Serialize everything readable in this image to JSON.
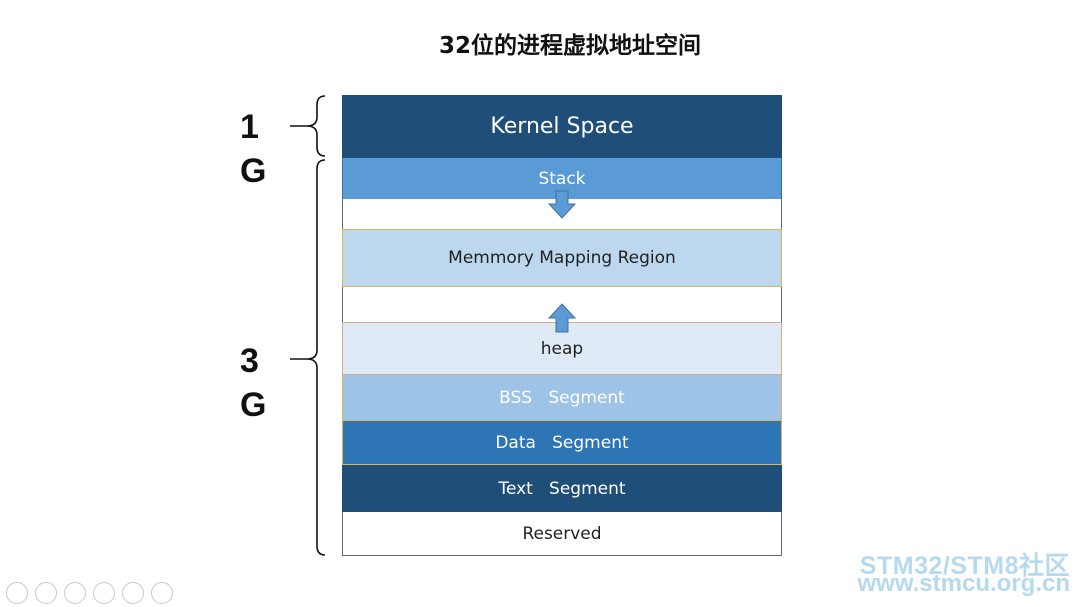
{
  "title": "32位的进程虚拟地址空间",
  "size_labels": {
    "one_g": [
      "1",
      "G"
    ],
    "three_g": [
      "3",
      "G"
    ]
  },
  "regions": {
    "kernel": "Kernel Space",
    "stack": "Stack",
    "gap1": "",
    "mmap": "Memmory Mapping Region",
    "gap2": "",
    "heap": "heap",
    "bss": "BSS   Segment",
    "data": "Data   Segment",
    "text": "Text   Segment",
    "reserved": "Reserved"
  },
  "colors": {
    "kernel": "#1f4e79",
    "stack": "#5b9bd5",
    "mmap": "#bdd7ee",
    "heap": "#deebf7",
    "bss": "#9dc3e6",
    "data": "#2e75b6",
    "text": "#1f4e79",
    "arrow": "#5b9bd5",
    "watermark": "#b7d9ee"
  },
  "watermark": {
    "line1": "STM32/STM8社区",
    "line2": "www.stmcu.org.cn"
  }
}
